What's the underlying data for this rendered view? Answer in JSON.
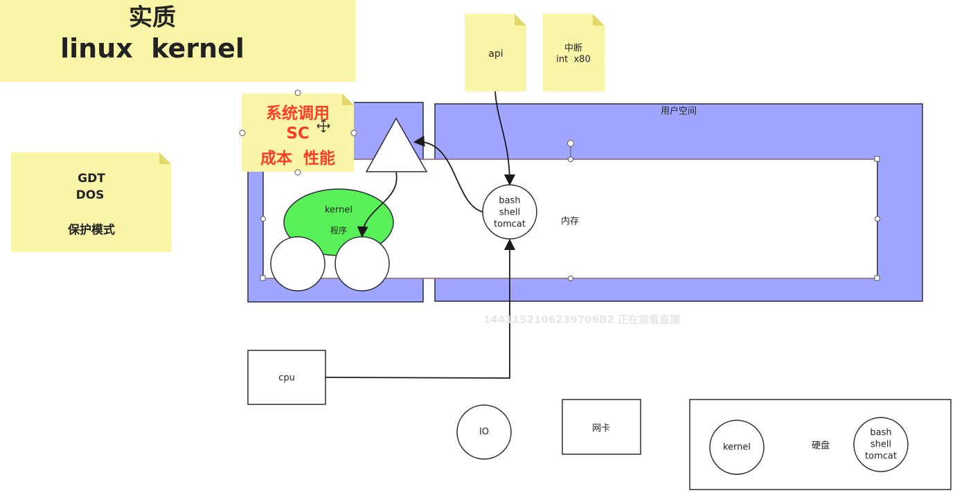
{
  "title_note": {
    "line1": "实质",
    "line2": "linux  kernel"
  },
  "notes": {
    "api": "api",
    "interrupt": {
      "line1": "中断",
      "line2": "int  x80"
    },
    "syscall": {
      "line1": "系统调用",
      "line2": "SC",
      "line3": "成本  性能"
    },
    "gdt": {
      "line1": "GDT",
      "line2": "DOS",
      "line3": "保护模式"
    }
  },
  "regions": {
    "user_space": "用户空间",
    "memory": "内存"
  },
  "shapes": {
    "kernel_program": {
      "line1": "kernel",
      "line2": "程序"
    },
    "process": {
      "line1": "bash",
      "line2": "shell",
      "line3": "tomcat"
    },
    "cpu": "cpu",
    "io": "IO",
    "nic": "网卡",
    "disk": {
      "label": "硬盘",
      "kernel": "kernel",
      "process": {
        "line1": "bash",
        "line2": "shell",
        "line3": "tomcat"
      }
    }
  },
  "watermark": "1441152106239706B2 正在观看直播",
  "colors": {
    "note_yellow": "#fbf5a8",
    "region_blue": "#a0a6ff",
    "kernel_green": "#58f258",
    "syscall_red": "#ff3d25"
  }
}
